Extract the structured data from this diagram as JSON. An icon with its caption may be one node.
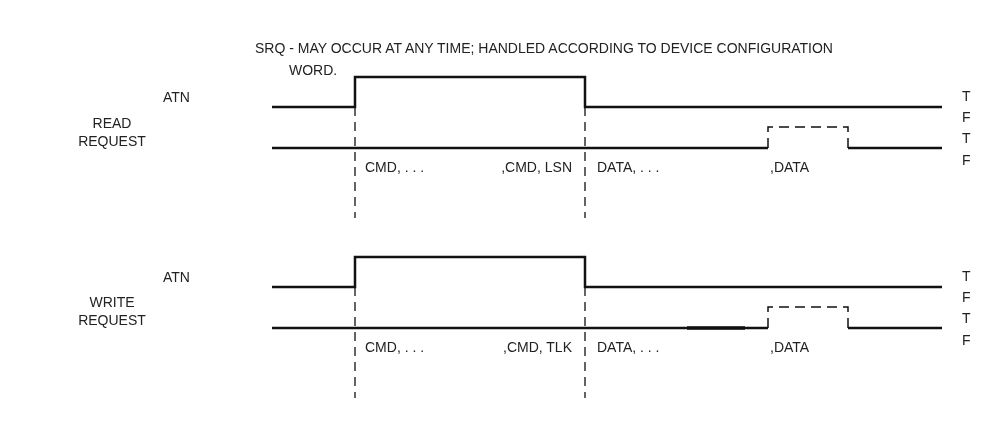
{
  "diagram": {
    "labels": [
      "SRQ - MAY OCCUR AT ANY TIME; HANDLED ACCORDING TO DEVICE CONFIGURATION WORD.",
      "ATN",
      "T",
      "READ REQUEST",
      "F",
      "T",
      "F",
      "CMD, . . .",
      ",CMD, LSN",
      "DATA, . . .",
      ",DATA",
      "ATN",
      "T",
      "WRITE REQUEST",
      "F",
      "T",
      "F",
      "CMD, . . .",
      ",CMD, TLK",
      "DATA, . . .",
      ",DATA"
    ]
  }
}
